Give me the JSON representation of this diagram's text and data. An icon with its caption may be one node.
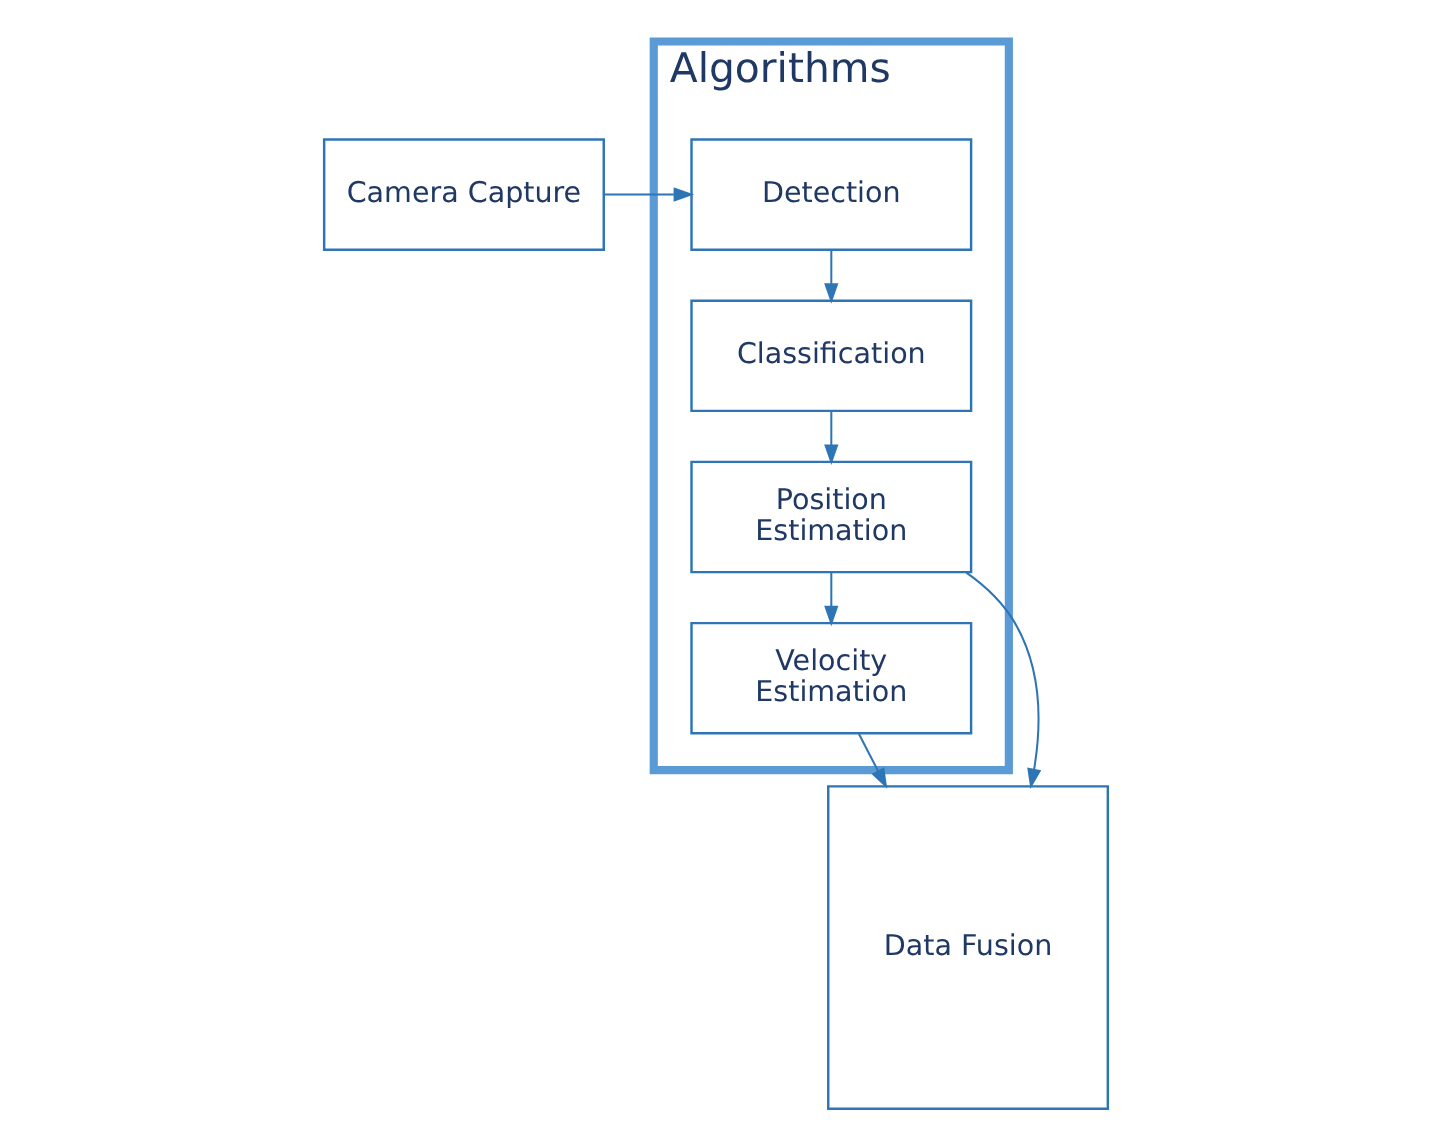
{
  "diagram": {
    "nodes": [
      {
        "text": [
          "Camera Capture"
        ]
      },
      {
        "text": [
          "Algorithms"
        ]
      },
      {
        "text": [
          "Detection"
        ],
        "in": 1
      },
      {
        "text": [
          "Classification"
        ],
        "in": 1
      },
      {
        "text": [
          "Position Estimation"
        ],
        "in": 1
      },
      {
        "text": [
          "Velocity Estimation"
        ],
        "in": 1
      },
      {
        "text": [
          "Data Fusion"
        ]
      }
    ],
    "edges": [
      {
        "from": 0,
        "to": 2,
        "arrow": "to"
      },
      {
        "from": 2,
        "to": 3,
        "arrow": "to"
      },
      {
        "from": 3,
        "to": 4,
        "arrow": "to"
      },
      {
        "from": 4,
        "to": 5,
        "arrow": "to"
      },
      {
        "from": 4,
        "to": 6,
        "arrow": "to"
      },
      {
        "from": 5,
        "to": 6,
        "arrow": "to"
      }
    ]
  }
}
